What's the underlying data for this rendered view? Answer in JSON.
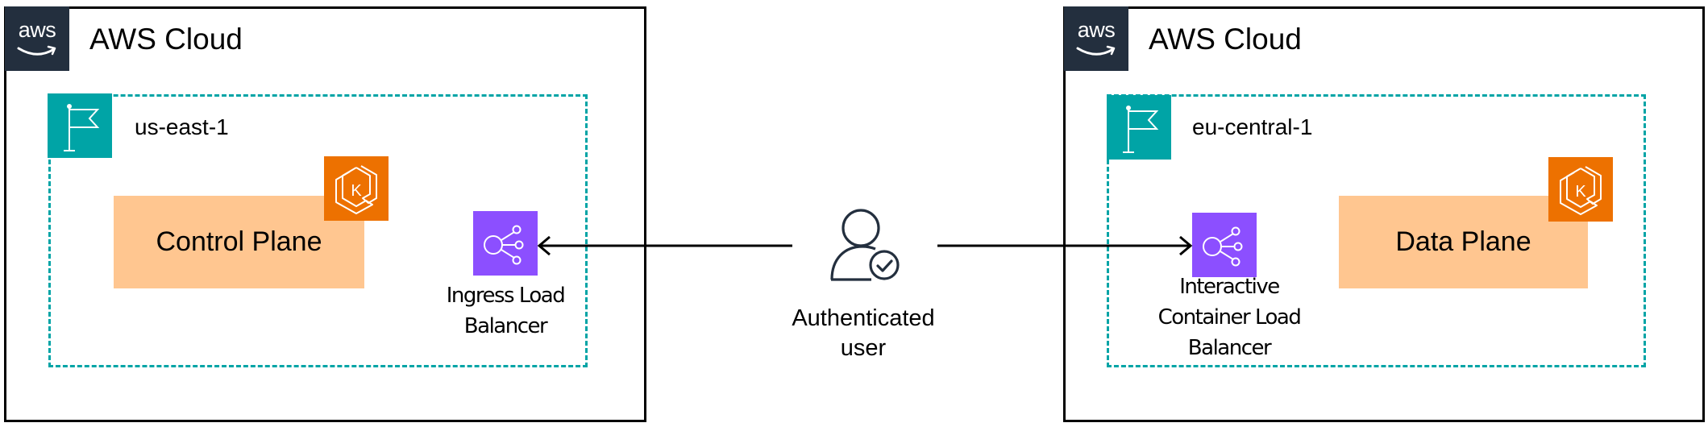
{
  "colors": {
    "aws_dark": "#232f3e",
    "region_teal": "#00a4a6",
    "plane_fill": "#ffc690",
    "eks_orange": "#ed7100",
    "elb_purple": "#8c4fff",
    "line": "#000000"
  },
  "left_cloud": {
    "logo_text": "aws",
    "logo_icon": "aws-logo-icon",
    "title": "AWS Cloud",
    "region": {
      "icon": "region-flag-icon",
      "label": "us-east-1"
    },
    "plane": {
      "label": "Control Plane",
      "icon": "amazon-eks-icon",
      "icon_letter": "K"
    },
    "load_balancer": {
      "icon": "elastic-load-balancing-icon",
      "label_lines": [
        "Ingress Load",
        "Balancer"
      ]
    }
  },
  "user": {
    "icon": "authenticated-user-icon",
    "label_lines": [
      "Authenticated",
      "user"
    ]
  },
  "right_cloud": {
    "logo_text": "aws",
    "logo_icon": "aws-logo-icon",
    "title": "AWS Cloud",
    "region": {
      "icon": "region-flag-icon",
      "label": "eu-central-1"
    },
    "plane": {
      "label": "Data Plane",
      "icon": "amazon-eks-icon",
      "icon_letter": "K"
    },
    "load_balancer": {
      "icon": "elastic-load-balancing-icon",
      "label_lines": [
        "Interactive",
        "Container Load",
        "Balancer"
      ]
    }
  },
  "connections": [
    {
      "from": "Authenticated user",
      "to": "Ingress Load Balancer",
      "direction": "left"
    },
    {
      "from": "Authenticated user",
      "to": "Interactive Container Load Balancer",
      "direction": "right"
    }
  ]
}
